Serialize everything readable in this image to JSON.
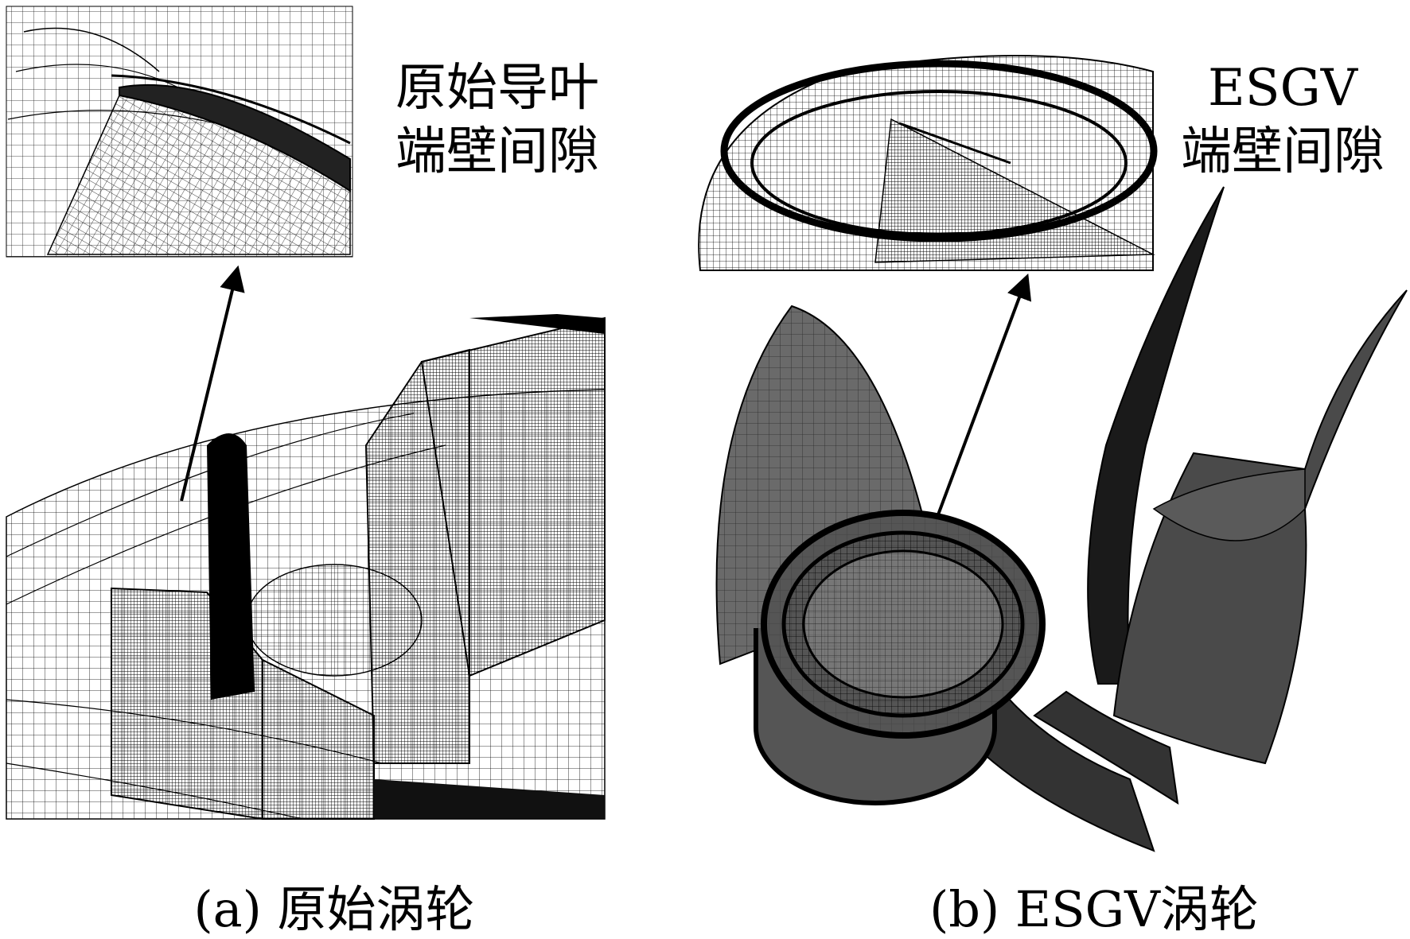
{
  "panel_a": {
    "inset_label_line1": "原始导叶",
    "inset_label_line2": "端壁间隙",
    "caption": "(a) 原始涡轮"
  },
  "panel_b": {
    "inset_label_line1": "ESGV",
    "inset_label_line2": "端壁间隙",
    "caption": "(b) ESGV涡轮"
  }
}
